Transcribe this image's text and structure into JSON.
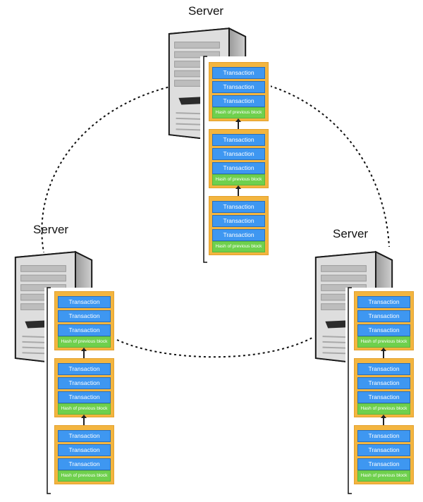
{
  "servers": [
    {
      "label": "Server",
      "blocks": [
        {
          "transactions": [
            "Transaction",
            "Transaction",
            "Transaction"
          ],
          "hash": "Hash of previous block"
        },
        {
          "transactions": [
            "Transaction",
            "Transaction",
            "Transaction"
          ],
          "hash": "Hash of previous block"
        },
        {
          "transactions": [
            "Transaction",
            "Transaction",
            "Transaction"
          ],
          "hash": "Hash of previous block"
        }
      ]
    },
    {
      "label": "Server",
      "blocks": [
        {
          "transactions": [
            "Transaction",
            "Transaction",
            "Transaction"
          ],
          "hash": "Hash of previous block"
        },
        {
          "transactions": [
            "Transaction",
            "Transaction",
            "Transaction"
          ],
          "hash": "Hash of previous block"
        },
        {
          "transactions": [
            "Transaction",
            "Transaction",
            "Transaction"
          ],
          "hash": "Hash of previous block"
        }
      ]
    },
    {
      "label": "Server",
      "blocks": [
        {
          "transactions": [
            "Transaction",
            "Transaction",
            "Transaction"
          ],
          "hash": "Hash of previous block"
        },
        {
          "transactions": [
            "Transaction",
            "Transaction",
            "Transaction"
          ],
          "hash": "Hash of previous block"
        },
        {
          "transactions": [
            "Transaction",
            "Transaction",
            "Transaction"
          ],
          "hash": "Hash of previous block"
        }
      ]
    }
  ],
  "colors": {
    "block": "#f3b53f",
    "transaction": "#3e97f1",
    "hash": "#6fd04d",
    "server_body": "#d4d4d4",
    "network_line": "#111111"
  },
  "icons": [
    "server-tower-icon"
  ]
}
